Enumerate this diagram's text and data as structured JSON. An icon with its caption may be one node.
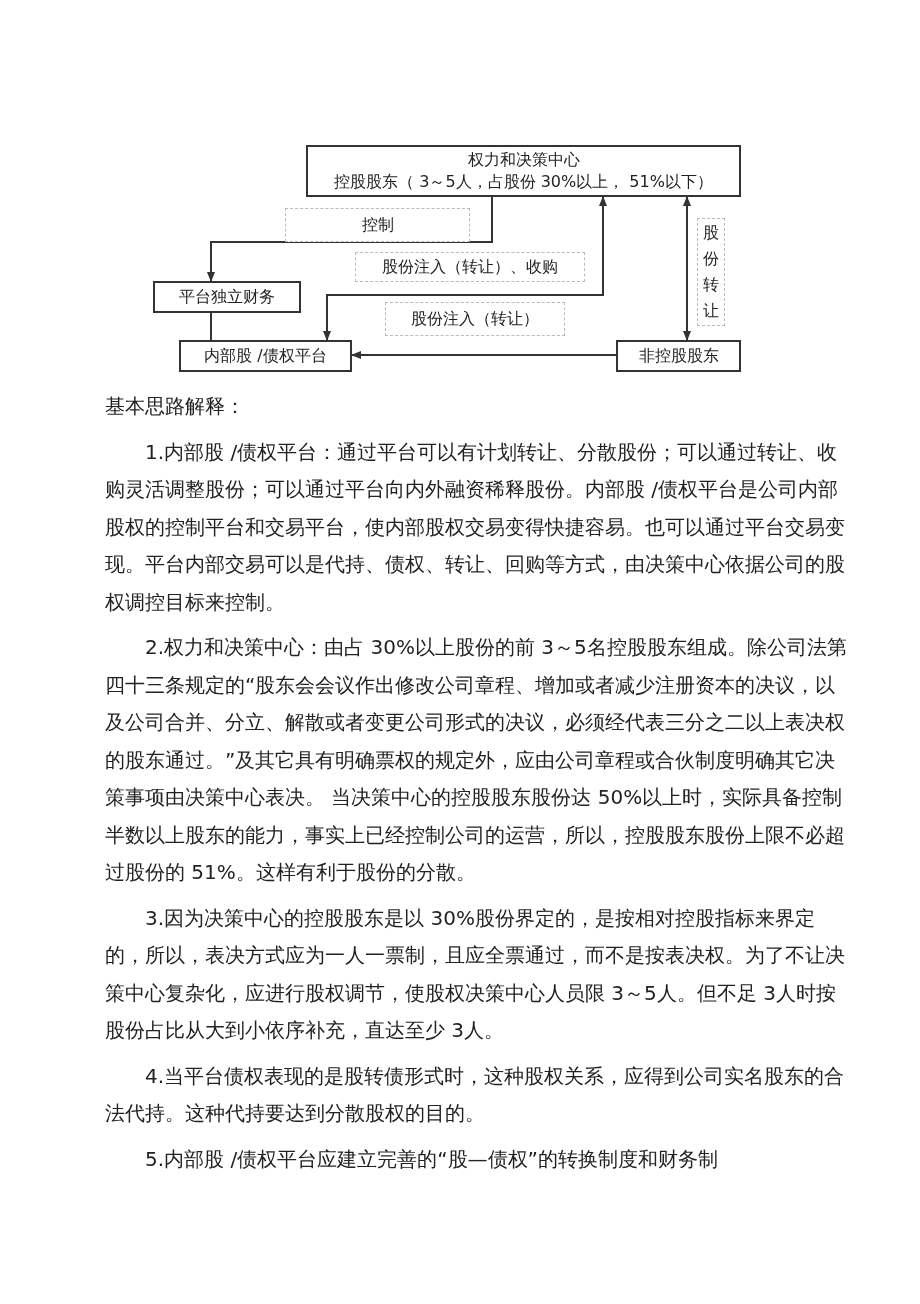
{
  "diagram": {
    "nodes": [
      {
        "text": [
          "权力和决策中心",
          "控股股东（ 3～5人，占股份 30%以上， 51%以下）"
        ]
      },
      {
        "text": [
          "平台独立财务"
        ]
      },
      {
        "text": [
          "内部股 /债权平台"
        ]
      },
      {
        "text": [
          "非控股股东"
        ]
      }
    ],
    "edges": [
      {
        "from": 0,
        "to": 1,
        "arrow": "to",
        "label": "控制"
      },
      {
        "from": 0,
        "to": 2,
        "arrow": "both",
        "label": "股份注入（转让）、收购"
      },
      {
        "from": 3,
        "to": 2,
        "arrow": "to",
        "label": "股份注入（转让）"
      },
      {
        "from": 0,
        "to": 3,
        "arrow": "both",
        "label": "股份转让"
      },
      {
        "from": 1,
        "to": 2,
        "arrow": "none"
      }
    ],
    "labels": [
      "基本思路解释：",
      "1.内部股 /债权平台：通过平台可以有计划转让、分散股份；可以通过转让、收购灵活调整股份；可以通过平台向内外融资稀释股份。内部股 /债权平台是公司内部股权的控制平台和交易平台，使内部股权交易变得快捷容易。也可以通过平台交易变现。平台内部交易可以是代持、债权、转让、回购等方式，由决策中心依据公司的股权调控目标来控制。",
      "2.权力和决策中心：由占 30%以上股份的前 3～5名控股股东组成。除公司法第四十三条规定的“股东会会议作出修改公司章程、增加或者减少注册资本的决议，以及公司合并、分立、解散或者变更公司形式的决议，必须经代表三分之二以上表决权的股东通过。”及其它具有明确票权的规定外，应由公司章程或合伙制度明确其它决策事项由决策中心表决。 当决策中心的控股股东股份达 50%以上时，实际具备控制半数以上股东的能力，事实上已经控制公司的运营，所以，控股股东股份上限不必超过股份的 51%。这样有利于股份的分散。",
      "3.因为决策中心的控股股东是以 30%股份界定的，是按相对控股指标来界定的，所以，表决方式应为一人一票制，且应全票通过，而不是按表决权。为了不让决策中心复杂化，应进行股权调节，使股权决策中心人员限 3～5人。但不足 3人时按股份占比从大到小依序补充，直达至少 3人。",
      "4.当平台债权表现的是股转债形式时，这种股权关系，应得到公司实名股东的合法代持。这种代持要达到分散股权的目的。",
      "5.内部股 /债权平台应建立完善的“股—债权”的转换制度和财务制"
    ]
  }
}
